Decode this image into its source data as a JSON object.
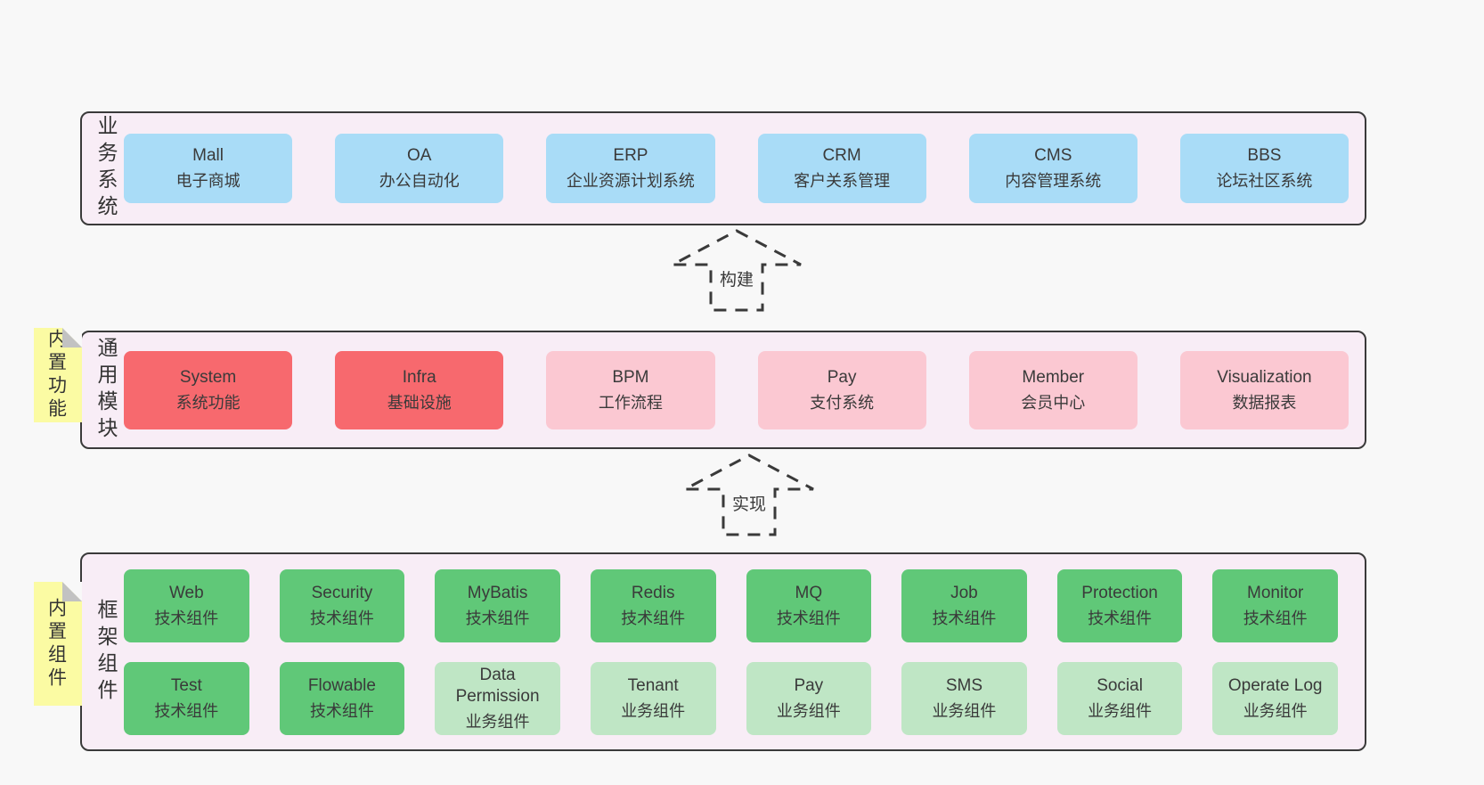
{
  "palette": {
    "page_bg": "#f8f8f8",
    "layer_bg": "#f8edf6",
    "layer_border": "#3a3a3a",
    "business_box": "#a9dcf7",
    "module_core_box": "#f7696e",
    "module_plain_box": "#fbc8d2",
    "component_tech_box": "#60c878",
    "component_biz_box": "#bfe6c5",
    "sticky_note": "#fbfba3",
    "fold_gray": "#c2c2c2",
    "text": "#3a3a3a"
  },
  "business_layer": {
    "label": "业务系统",
    "boxes": [
      {
        "title": "Mall",
        "subtitle": "电子商城"
      },
      {
        "title": "OA",
        "subtitle": "办公自动化"
      },
      {
        "title": "ERP",
        "subtitle": "企业资源计划系统"
      },
      {
        "title": "CRM",
        "subtitle": "客户关系管理"
      },
      {
        "title": "CMS",
        "subtitle": "内容管理系统"
      },
      {
        "title": "BBS",
        "subtitle": "论坛社区系统"
      }
    ]
  },
  "arrow_build": {
    "label": "构建"
  },
  "module_layer": {
    "label": "通用模块",
    "sticky": "内置功能",
    "boxes": [
      {
        "title": "System",
        "subtitle": "系统功能"
      },
      {
        "title": "Infra",
        "subtitle": "基础设施"
      },
      {
        "title": "BPM",
        "subtitle": "工作流程"
      },
      {
        "title": "Pay",
        "subtitle": "支付系统"
      },
      {
        "title": "Member",
        "subtitle": "会员中心"
      },
      {
        "title": "Visualization",
        "subtitle": "数据报表"
      }
    ]
  },
  "arrow_implement": {
    "label": "实现"
  },
  "component_layer": {
    "label": "框架组件",
    "sticky": "内置组件",
    "row1": [
      {
        "title": "Web",
        "subtitle": "技术组件"
      },
      {
        "title": "Security",
        "subtitle": "技术组件"
      },
      {
        "title": "MyBatis",
        "subtitle": "技术组件"
      },
      {
        "title": "Redis",
        "subtitle": "技术组件"
      },
      {
        "title": "MQ",
        "subtitle": "技术组件"
      },
      {
        "title": "Job",
        "subtitle": "技术组件"
      },
      {
        "title": "Protection",
        "subtitle": "技术组件"
      },
      {
        "title": "Monitor",
        "subtitle": "技术组件"
      }
    ],
    "row2": [
      {
        "title": "Test",
        "subtitle": "技术组件"
      },
      {
        "title": "Flowable",
        "subtitle": "技术组件"
      },
      {
        "title": "Data Permission",
        "subtitle": "业务组件"
      },
      {
        "title": "Tenant",
        "subtitle": "业务组件"
      },
      {
        "title": "Pay",
        "subtitle": "业务组件"
      },
      {
        "title": "SMS",
        "subtitle": "业务组件"
      },
      {
        "title": "Social",
        "subtitle": "业务组件"
      },
      {
        "title": "Operate Log",
        "subtitle": "业务组件"
      }
    ]
  }
}
